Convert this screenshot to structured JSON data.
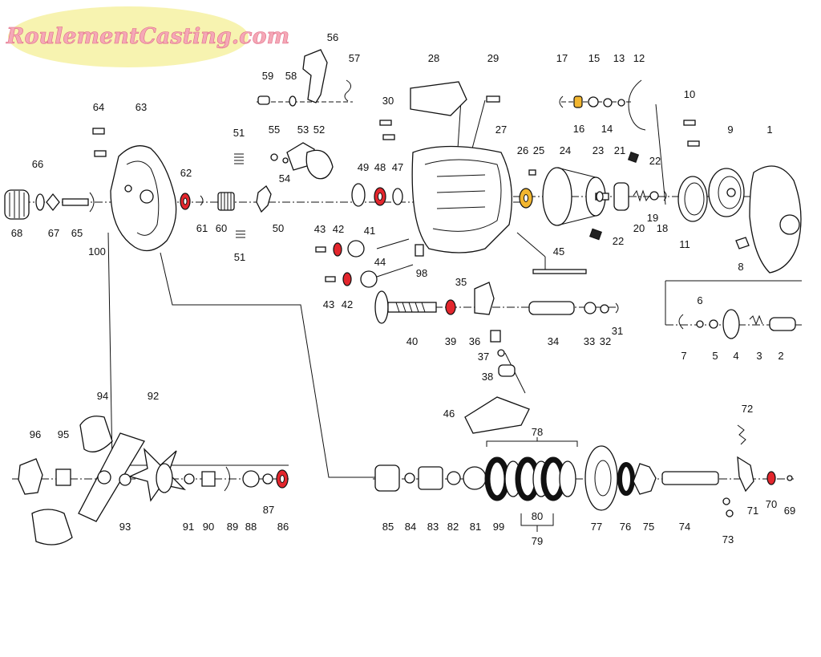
{
  "logo": {
    "text": "RoulementCasting.com"
  },
  "colors": {
    "logo_bg": "#f7f3b0",
    "logo_text": "#f5a8b7",
    "highlight_red": "#e3262d",
    "highlight_yellow": "#f2b630",
    "ink": "#111111",
    "background": "#ffffff"
  },
  "highlighted_bearings": {
    "red": [
      "62",
      "48",
      "42",
      "42",
      "39",
      "86",
      "70"
    ],
    "yellow": [
      "26",
      "16"
    ]
  },
  "labels": [
    {
      "id": "1",
      "text": "1"
    },
    {
      "id": "2",
      "text": "2"
    },
    {
      "id": "3",
      "text": "3"
    },
    {
      "id": "4",
      "text": "4"
    },
    {
      "id": "5",
      "text": "5"
    },
    {
      "id": "6",
      "text": "6"
    },
    {
      "id": "7",
      "text": "7"
    },
    {
      "id": "8",
      "text": "8"
    },
    {
      "id": "9",
      "text": "9"
    },
    {
      "id": "10",
      "text": "10"
    },
    {
      "id": "11",
      "text": "11"
    },
    {
      "id": "12",
      "text": "12"
    },
    {
      "id": "13",
      "text": "13"
    },
    {
      "id": "14",
      "text": "14"
    },
    {
      "id": "15",
      "text": "15"
    },
    {
      "id": "16",
      "text": "16"
    },
    {
      "id": "17",
      "text": "17"
    },
    {
      "id": "18",
      "text": "18"
    },
    {
      "id": "19",
      "text": "19"
    },
    {
      "id": "20",
      "text": "20"
    },
    {
      "id": "21",
      "text": "21"
    },
    {
      "id": "22a",
      "text": "22"
    },
    {
      "id": "22b",
      "text": "22"
    },
    {
      "id": "23",
      "text": "23"
    },
    {
      "id": "24",
      "text": "24"
    },
    {
      "id": "25",
      "text": "25"
    },
    {
      "id": "26",
      "text": "26"
    },
    {
      "id": "27",
      "text": "27"
    },
    {
      "id": "28",
      "text": "28"
    },
    {
      "id": "29",
      "text": "29"
    },
    {
      "id": "30",
      "text": "30"
    },
    {
      "id": "31",
      "text": "31"
    },
    {
      "id": "32",
      "text": "32"
    },
    {
      "id": "33",
      "text": "33"
    },
    {
      "id": "34",
      "text": "34"
    },
    {
      "id": "35",
      "text": "35"
    },
    {
      "id": "36",
      "text": "36"
    },
    {
      "id": "37",
      "text": "37"
    },
    {
      "id": "38",
      "text": "38"
    },
    {
      "id": "39",
      "text": "39"
    },
    {
      "id": "40",
      "text": "40"
    },
    {
      "id": "41",
      "text": "41"
    },
    {
      "id": "42a",
      "text": "42"
    },
    {
      "id": "42b",
      "text": "42"
    },
    {
      "id": "43a",
      "text": "43"
    },
    {
      "id": "43b",
      "text": "43"
    },
    {
      "id": "44",
      "text": "44"
    },
    {
      "id": "45",
      "text": "45"
    },
    {
      "id": "46",
      "text": "46"
    },
    {
      "id": "47",
      "text": "47"
    },
    {
      "id": "48",
      "text": "48"
    },
    {
      "id": "49",
      "text": "49"
    },
    {
      "id": "50",
      "text": "50"
    },
    {
      "id": "51a",
      "text": "51"
    },
    {
      "id": "51b",
      "text": "51"
    },
    {
      "id": "52",
      "text": "52"
    },
    {
      "id": "53",
      "text": "53"
    },
    {
      "id": "54",
      "text": "54"
    },
    {
      "id": "55",
      "text": "55"
    },
    {
      "id": "56",
      "text": "56"
    },
    {
      "id": "57",
      "text": "57"
    },
    {
      "id": "58",
      "text": "58"
    },
    {
      "id": "59",
      "text": "59"
    },
    {
      "id": "60",
      "text": "60"
    },
    {
      "id": "61",
      "text": "61"
    },
    {
      "id": "62",
      "text": "62"
    },
    {
      "id": "63",
      "text": "63"
    },
    {
      "id": "64",
      "text": "64"
    },
    {
      "id": "65",
      "text": "65"
    },
    {
      "id": "66",
      "text": "66"
    },
    {
      "id": "67",
      "text": "67"
    },
    {
      "id": "68",
      "text": "68"
    },
    {
      "id": "69",
      "text": "69"
    },
    {
      "id": "70",
      "text": "70"
    },
    {
      "id": "71",
      "text": "71"
    },
    {
      "id": "72",
      "text": "72"
    },
    {
      "id": "73",
      "text": "73"
    },
    {
      "id": "74",
      "text": "74"
    },
    {
      "id": "75",
      "text": "75"
    },
    {
      "id": "76",
      "text": "76"
    },
    {
      "id": "77",
      "text": "77"
    },
    {
      "id": "78",
      "text": "78"
    },
    {
      "id": "79",
      "text": "79"
    },
    {
      "id": "80",
      "text": "80"
    },
    {
      "id": "81",
      "text": "81"
    },
    {
      "id": "82",
      "text": "82"
    },
    {
      "id": "83",
      "text": "83"
    },
    {
      "id": "84",
      "text": "84"
    },
    {
      "id": "85",
      "text": "85"
    },
    {
      "id": "86",
      "text": "86"
    },
    {
      "id": "87",
      "text": "87"
    },
    {
      "id": "88",
      "text": "88"
    },
    {
      "id": "89",
      "text": "89"
    },
    {
      "id": "90",
      "text": "90"
    },
    {
      "id": "91",
      "text": "91"
    },
    {
      "id": "92",
      "text": "92"
    },
    {
      "id": "93",
      "text": "93"
    },
    {
      "id": "94",
      "text": "94"
    },
    {
      "id": "95",
      "text": "95"
    },
    {
      "id": "96",
      "text": "96"
    },
    {
      "id": "98",
      "text": "98"
    },
    {
      "id": "99",
      "text": "99"
    },
    {
      "id": "100",
      "text": "100"
    }
  ]
}
